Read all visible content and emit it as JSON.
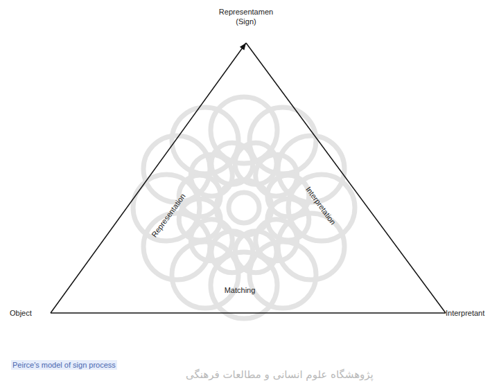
{
  "diagram": {
    "caption": "Peirce's model of sign process",
    "nodes": [
      {
        "text": [
          "Representamen (Sign)"
        ]
      },
      {
        "text": [
          "Object"
        ]
      },
      {
        "text": [
          "Interpretant"
        ]
      }
    ],
    "edges": [
      {
        "from": 1,
        "to": 0,
        "label": "Representation",
        "arrow": "to"
      },
      {
        "from": 0,
        "to": 2,
        "label": "Interpretation",
        "arrow": "none"
      },
      {
        "from": 1,
        "to": 2,
        "label": "Matching",
        "arrow": "none"
      }
    ],
    "labels": [
      "پژوهشگاه علوم انسانی و مطالعات فرهنگی"
    ]
  }
}
